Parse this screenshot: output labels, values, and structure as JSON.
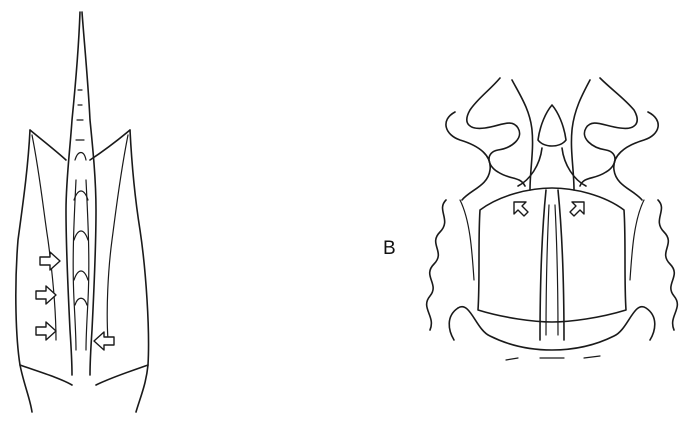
{
  "figure": {
    "panels": [
      {
        "id": "A",
        "label": ""
      },
      {
        "id": "B",
        "label": "B"
      }
    ],
    "colors": {
      "background": "#ffffff",
      "line": "#1a1a1a",
      "arrow_fill": "#ffffff"
    },
    "icons": {
      "arrow": "outline-arrow-icon"
    }
  }
}
